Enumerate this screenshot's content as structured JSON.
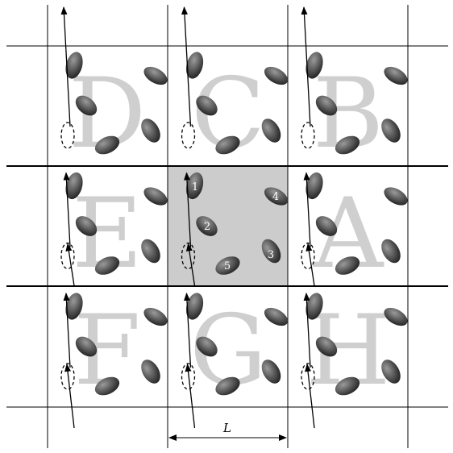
{
  "colors": {
    "central_cell_fill": "#cccccc",
    "letter_fill": "#cfcfcf",
    "particle_light": "#8a8a8a",
    "particle_dark": "#2b2b2b",
    "line": "#000000"
  },
  "cell_letters": {
    "top_left": "D",
    "top_center": "C",
    "top_right": "B",
    "middle_left": "E",
    "middle_right": "A",
    "bottom_left": "F",
    "bottom_center": "G",
    "bottom_right": "H"
  },
  "particle_labels": [
    "1",
    "2",
    "3",
    "4",
    "5"
  ],
  "dimension_label": "L"
}
